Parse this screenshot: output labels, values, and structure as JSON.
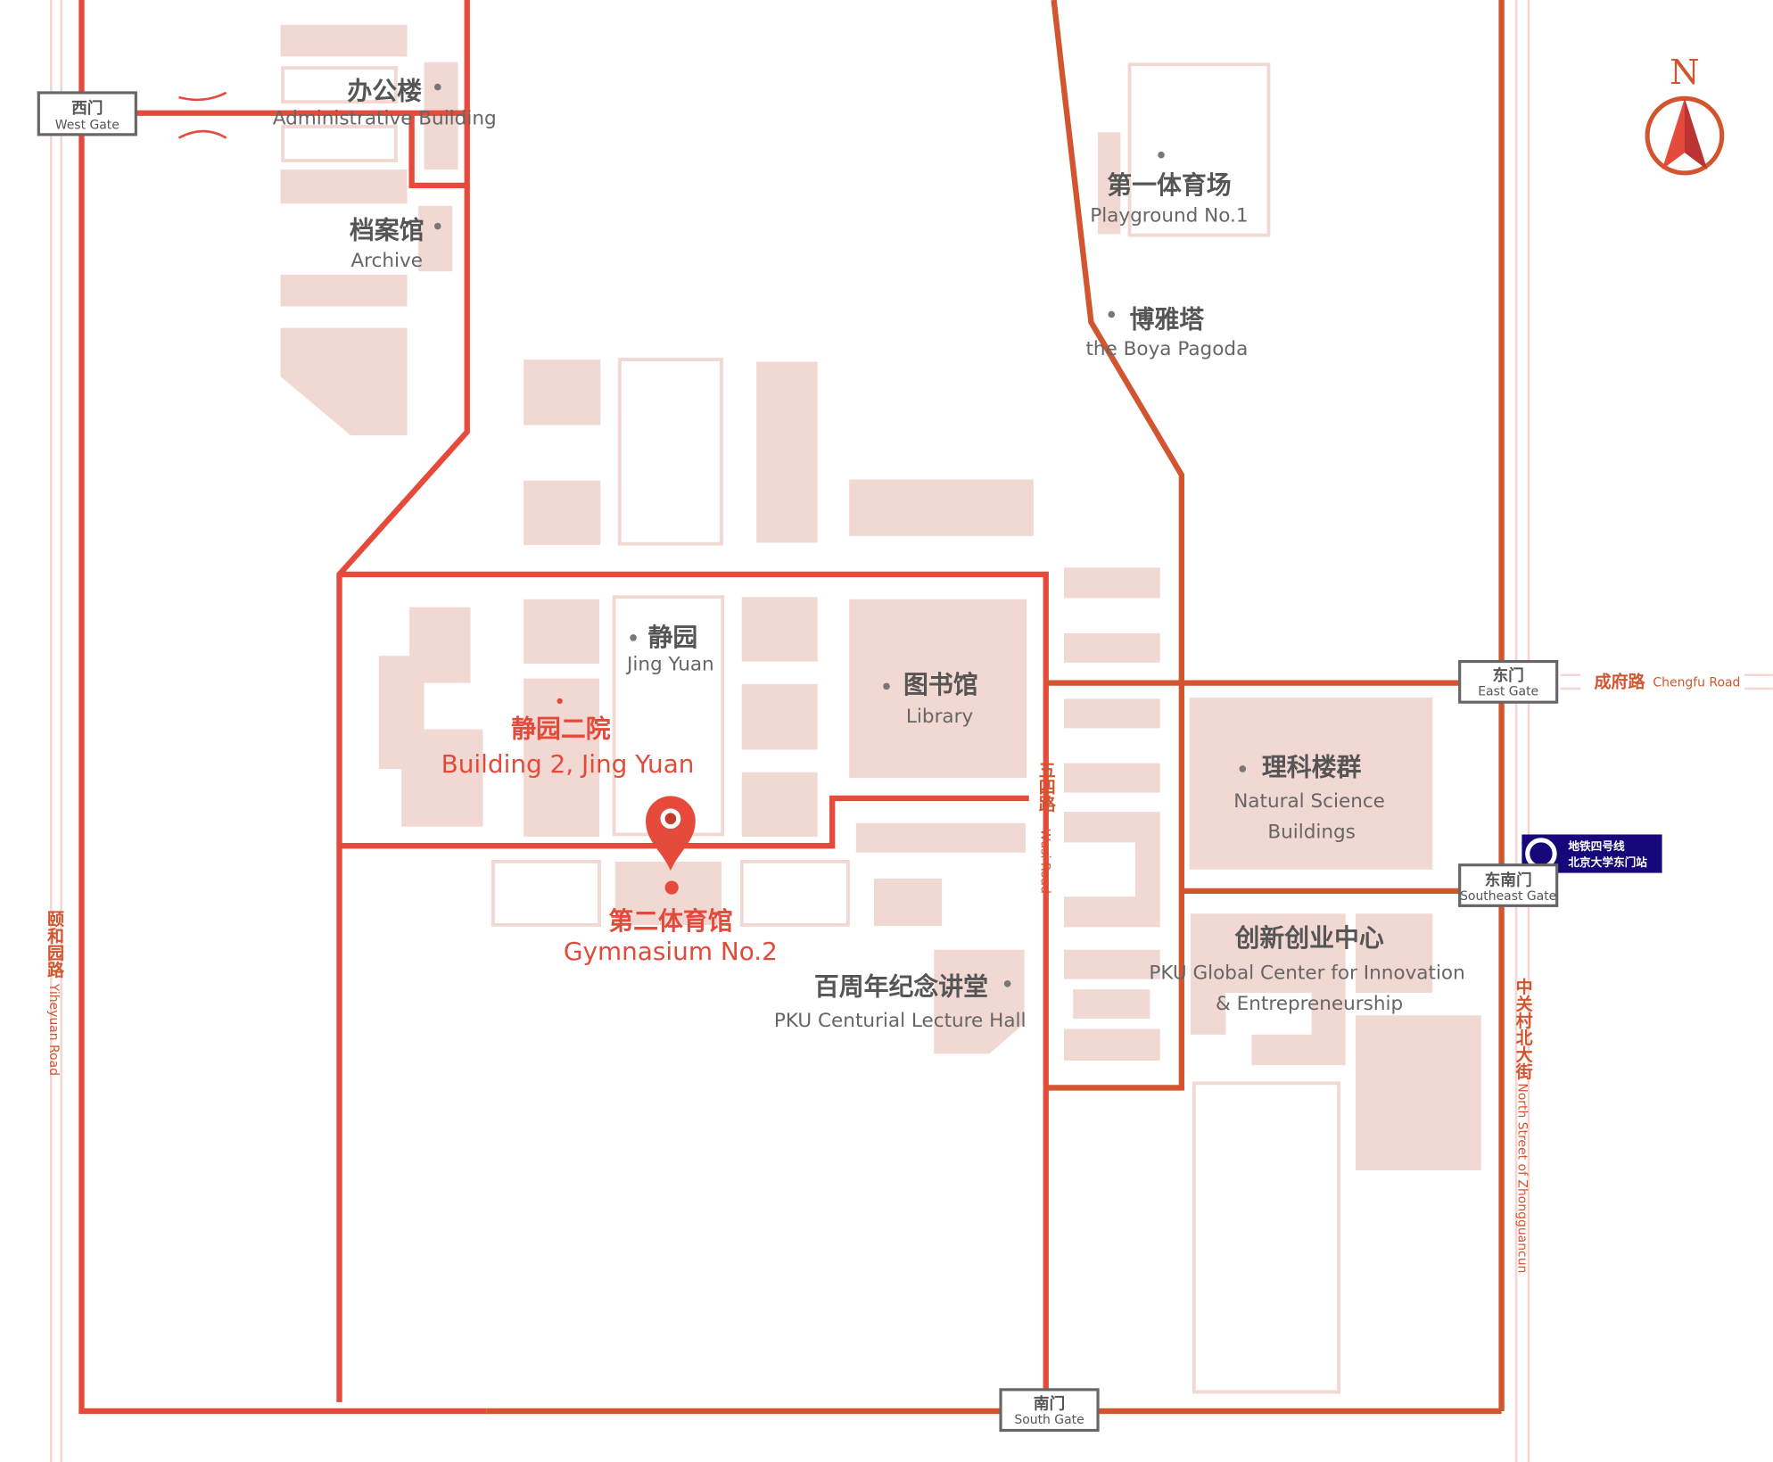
{
  "compass": {
    "label": "N"
  },
  "gates": {
    "west": {
      "zh": "西门",
      "en": "West Gate"
    },
    "east": {
      "zh": "东门",
      "en": "East Gate"
    },
    "southeast": {
      "zh": "东南门",
      "en": "Southeast Gate"
    },
    "south": {
      "zh": "南门",
      "en": "South Gate"
    }
  },
  "roads": {
    "chengfu": {
      "zh": "成府路",
      "en": "Chengfu Road"
    },
    "yiheyuan": {
      "zh": "颐和园路",
      "en": "Yiheyuan Road"
    },
    "zhongguancun": {
      "zh": "中关村北大街",
      "en": "North Street of Zhongguancun"
    },
    "wusi": {
      "zh": "五四路",
      "en": "Wusi Road"
    }
  },
  "subway": {
    "line1": "地铁四号线",
    "line2": "北京大学东门站"
  },
  "places": {
    "admin": {
      "zh": "办公楼",
      "en": "Administrative Building"
    },
    "archive": {
      "zh": "档案馆",
      "en": "Archive"
    },
    "playground": {
      "zh": "第一体育场",
      "en": "Playground No.1"
    },
    "pagoda": {
      "zh": "博雅塔",
      "en": "the Boya Pagoda"
    },
    "jingyuan": {
      "zh": "静园",
      "en": "Jing Yuan"
    },
    "jingyuan2": {
      "zh": "静园二院",
      "en": "Building 2, Jing Yuan"
    },
    "library": {
      "zh": "图书馆",
      "en": "Library"
    },
    "science": {
      "zh": "理科楼群",
      "en1": "Natural Science",
      "en2": "Buildings"
    },
    "gym": {
      "zh": "第二体育馆",
      "en": "Gymnasium No.2"
    },
    "lecture": {
      "zh": "百周年纪念讲堂",
      "en": "PKU Centurial Lecture Hall"
    },
    "innovation": {
      "zh": "创新创业中心",
      "en1": "PKU Global Center for Innovation",
      "en2": "& Entrepreneurship"
    }
  },
  "colors": {
    "road": "#e64a3b",
    "road_alt": "#d2552f",
    "building": "#f2d8d2",
    "subway": "#16087a"
  }
}
